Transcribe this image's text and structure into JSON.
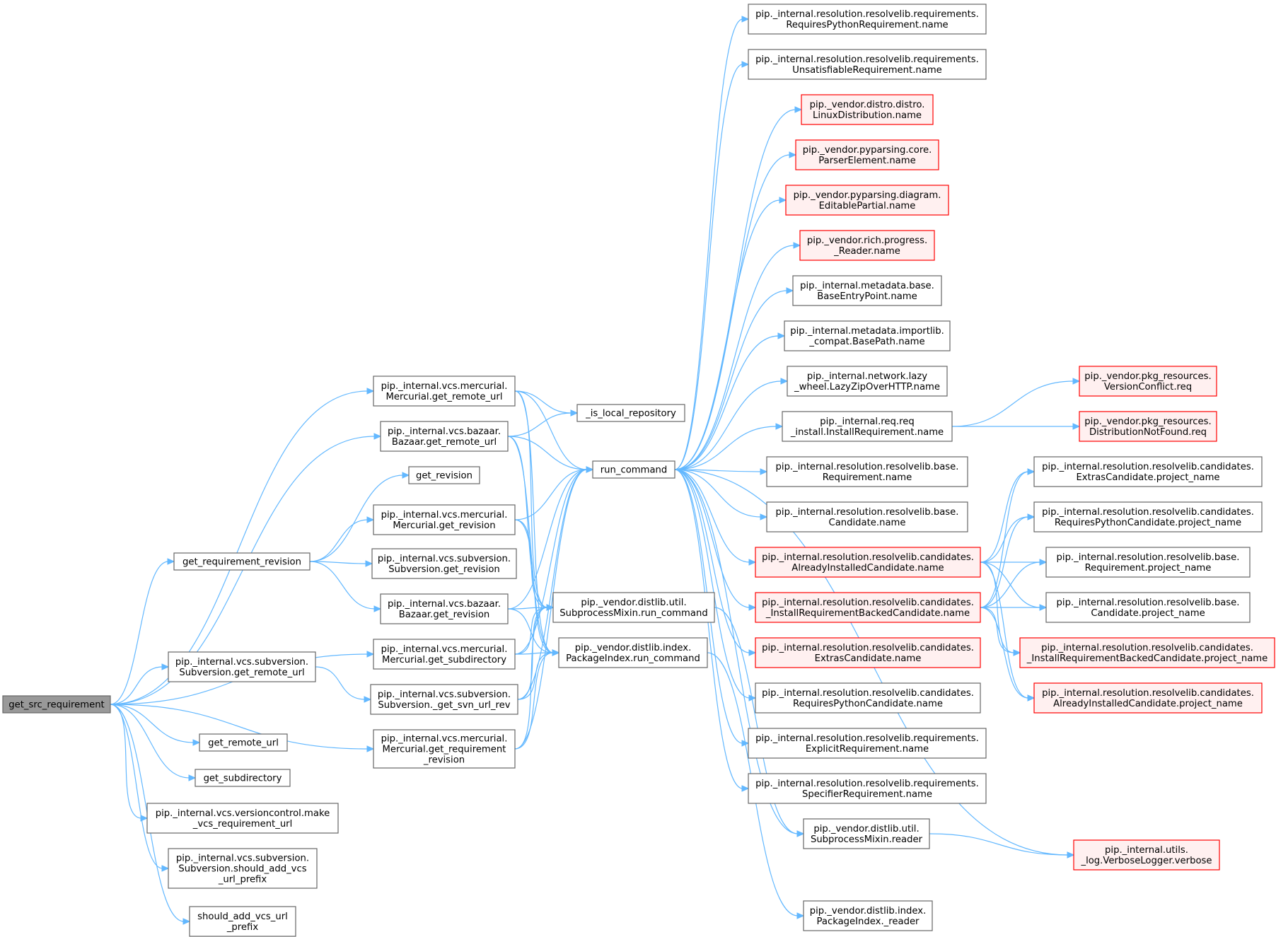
{
  "colors": {
    "edge": "#63b8ff",
    "normal_fill": "#ffffff",
    "normal_stroke": "#666666",
    "highlight_fill": "#fff0f0",
    "highlight_stroke": "#ff0000",
    "root_fill": "#999999",
    "root_stroke": "#666666"
  },
  "nodes": [
    {
      "id": "root",
      "style": "root",
      "label": [
        "get_src_requirement"
      ]
    },
    {
      "id": "hg_remote",
      "style": "normal",
      "label": [
        "pip._internal.vcs.mercurial.",
        "Mercurial.get_remote_url"
      ]
    },
    {
      "id": "bzr_remote",
      "style": "normal",
      "label": [
        "pip._internal.vcs.bazaar.",
        "Bazaar.get_remote_url"
      ]
    },
    {
      "id": "get_revision",
      "style": "normal",
      "label": [
        "get_revision"
      ]
    },
    {
      "id": "hg_revision",
      "style": "normal",
      "label": [
        "pip._internal.vcs.mercurial.",
        "Mercurial.get_revision"
      ]
    },
    {
      "id": "get_req_rev",
      "style": "normal",
      "label": [
        "get_requirement_revision"
      ]
    },
    {
      "id": "svn_revision",
      "style": "normal",
      "label": [
        "pip._internal.vcs.subversion.",
        "Subversion.get_revision"
      ]
    },
    {
      "id": "bzr_revision",
      "style": "normal",
      "label": [
        "pip._internal.vcs.bazaar.",
        "Bazaar.get_revision"
      ]
    },
    {
      "id": "hg_subdir",
      "style": "normal",
      "label": [
        "pip._internal.vcs.mercurial.",
        "Mercurial.get_subdirectory"
      ]
    },
    {
      "id": "svn_remote",
      "style": "normal",
      "label": [
        "pip._internal.vcs.subversion.",
        "Subversion.get_remote_url"
      ]
    },
    {
      "id": "svn_get_svn",
      "style": "normal",
      "label": [
        "pip._internal.vcs.subversion.",
        "Subversion._get_svn_url_rev"
      ]
    },
    {
      "id": "hg_req_rev",
      "style": "normal",
      "label": [
        "pip._internal.vcs.mercurial.",
        "Mercurial.get_requirement",
        "_revision"
      ]
    },
    {
      "id": "get_remote_url",
      "style": "normal",
      "label": [
        "get_remote_url"
      ]
    },
    {
      "id": "get_subdirectory",
      "style": "normal",
      "label": [
        "get_subdirectory"
      ]
    },
    {
      "id": "make_vcs",
      "style": "normal",
      "label": [
        "pip._internal.vcs.versioncontrol.make",
        "_vcs_requirement_url"
      ]
    },
    {
      "id": "svn_should",
      "style": "normal",
      "label": [
        "pip._internal.vcs.subversion.",
        "Subversion.should_add_vcs",
        "_url_prefix"
      ]
    },
    {
      "id": "should_add",
      "style": "normal",
      "label": [
        "should_add_vcs_url",
        "_prefix"
      ]
    },
    {
      "id": "is_local",
      "style": "normal",
      "label": [
        "_is_local_repository"
      ]
    },
    {
      "id": "run_command",
      "style": "normal",
      "label": [
        "run_command"
      ]
    },
    {
      "id": "subproc_run",
      "style": "normal",
      "label": [
        "pip._vendor.distlib.util.",
        "SubprocessMixin.run_command"
      ]
    },
    {
      "id": "pkgidx_run",
      "style": "normal",
      "label": [
        "pip._vendor.distlib.index.",
        "PackageIndex.run_command"
      ]
    },
    {
      "id": "req_py_req",
      "style": "normal",
      "label": [
        "pip._internal.resolution.resolvelib.requirements.",
        "RequiresPythonRequirement.name"
      ]
    },
    {
      "id": "unsat_req",
      "style": "normal",
      "label": [
        "pip._internal.resolution.resolvelib.requirements.",
        "UnsatisfiableRequirement.name"
      ]
    },
    {
      "id": "distro",
      "style": "highlight",
      "label": [
        "pip._vendor.distro.distro.",
        "LinuxDistribution.name"
      ]
    },
    {
      "id": "pyparse_core",
      "style": "highlight",
      "label": [
        "pip._vendor.pyparsing.core.",
        "ParserElement.name"
      ]
    },
    {
      "id": "pyparse_diag",
      "style": "highlight",
      "label": [
        "pip._vendor.pyparsing.diagram.",
        "EditablePartial.name"
      ]
    },
    {
      "id": "rich_reader",
      "style": "highlight",
      "label": [
        "pip._vendor.rich.progress.",
        "_Reader.name"
      ]
    },
    {
      "id": "md_base",
      "style": "normal",
      "label": [
        "pip._internal.metadata.base.",
        "BaseEntryPoint.name"
      ]
    },
    {
      "id": "md_importlib",
      "style": "normal",
      "label": [
        "pip._internal.metadata.importlib.",
        "_compat.BasePath.name"
      ]
    },
    {
      "id": "lazy_wheel",
      "style": "normal",
      "label": [
        "pip._internal.network.lazy",
        "_wheel.LazyZipOverHTTP.name"
      ]
    },
    {
      "id": "req_install",
      "style": "normal",
      "label": [
        "pip._internal.req.req",
        "_install.InstallRequirement.name"
      ]
    },
    {
      "id": "base_req",
      "style": "normal",
      "label": [
        "pip._internal.resolution.resolvelib.base.",
        "Requirement.name"
      ]
    },
    {
      "id": "base_cand",
      "style": "normal",
      "label": [
        "pip._internal.resolution.resolvelib.base.",
        "Candidate.name"
      ]
    },
    {
      "id": "already_inst",
      "style": "highlight",
      "label": [
        "pip._internal.resolution.resolvelib.candidates.",
        "AlreadyInstalledCandidate.name"
      ]
    },
    {
      "id": "install_backed",
      "style": "highlight",
      "label": [
        "pip._internal.resolution.resolvelib.candidates.",
        "_InstallRequirementBackedCandidate.name"
      ]
    },
    {
      "id": "extras_cand",
      "style": "highlight",
      "label": [
        "pip._internal.resolution.resolvelib.candidates.",
        "ExtrasCandidate.name"
      ]
    },
    {
      "id": "reqpy_cand",
      "style": "normal",
      "label": [
        "pip._internal.resolution.resolvelib.candidates.",
        "RequiresPythonCandidate.name"
      ]
    },
    {
      "id": "explicit_req",
      "style": "normal",
      "label": [
        "pip._internal.resolution.resolvelib.requirements.",
        "ExplicitRequirement.name"
      ]
    },
    {
      "id": "spec_req",
      "style": "normal",
      "label": [
        "pip._internal.resolution.resolvelib.requirements.",
        "SpecifierRequirement.name"
      ]
    },
    {
      "id": "subproc_reader",
      "style": "normal",
      "label": [
        "pip._vendor.distlib.util.",
        "SubprocessMixin.reader"
      ]
    },
    {
      "id": "pkgidx_reader",
      "style": "normal",
      "label": [
        "pip._vendor.distlib.index.",
        "PackageIndex._reader"
      ]
    },
    {
      "id": "version_conflict",
      "style": "highlight",
      "label": [
        "pip._vendor.pkg_resources.",
        "VersionConflict.req"
      ]
    },
    {
      "id": "dist_notfound",
      "style": "highlight",
      "label": [
        "pip._vendor.pkg_resources.",
        "DistributionNotFound.req"
      ]
    },
    {
      "id": "extras_pn",
      "style": "normal",
      "label": [
        "pip._internal.resolution.resolvelib.candidates.",
        "ExtrasCandidate.project_name"
      ]
    },
    {
      "id": "reqpy_pn",
      "style": "normal",
      "label": [
        "pip._internal.resolution.resolvelib.candidates.",
        "RequiresPythonCandidate.project_name"
      ]
    },
    {
      "id": "base_req_pn",
      "style": "normal",
      "label": [
        "pip._internal.resolution.resolvelib.base.",
        "Requirement.project_name"
      ]
    },
    {
      "id": "base_cand_pn",
      "style": "normal",
      "label": [
        "pip._internal.resolution.resolvelib.base.",
        "Candidate.project_name"
      ]
    },
    {
      "id": "backed_pn",
      "style": "highlight",
      "label": [
        "pip._internal.resolution.resolvelib.candidates.",
        "_InstallRequirementBackedCandidate.project_name"
      ]
    },
    {
      "id": "already_pn",
      "style": "highlight",
      "label": [
        "pip._internal.resolution.resolvelib.candidates.",
        "AlreadyInstalledCandidate.project_name"
      ]
    },
    {
      "id": "verbose",
      "style": "highlight",
      "label": [
        "pip._internal.utils.",
        "_log.VerboseLogger.verbose"
      ]
    }
  ],
  "edges": [
    [
      "root",
      "hg_remote"
    ],
    [
      "root",
      "bzr_remote"
    ],
    [
      "root",
      "get_req_rev"
    ],
    [
      "root",
      "hg_subdir"
    ],
    [
      "root",
      "svn_remote"
    ],
    [
      "root",
      "hg_req_rev"
    ],
    [
      "root",
      "get_remote_url"
    ],
    [
      "root",
      "get_subdirectory"
    ],
    [
      "root",
      "make_vcs"
    ],
    [
      "root",
      "svn_should"
    ],
    [
      "root",
      "should_add"
    ],
    [
      "get_req_rev",
      "get_revision"
    ],
    [
      "get_req_rev",
      "hg_revision"
    ],
    [
      "get_req_rev",
      "svn_revision"
    ],
    [
      "get_req_rev",
      "bzr_revision"
    ],
    [
      "svn_remote",
      "svn_get_svn"
    ],
    [
      "hg_remote",
      "is_local"
    ],
    [
      "hg_remote",
      "run_command"
    ],
    [
      "hg_remote",
      "subproc_run"
    ],
    [
      "hg_remote",
      "pkgidx_run"
    ],
    [
      "bzr_remote",
      "is_local"
    ],
    [
      "bzr_remote",
      "run_command"
    ],
    [
      "bzr_remote",
      "subproc_run"
    ],
    [
      "bzr_remote",
      "pkgidx_run"
    ],
    [
      "hg_revision",
      "run_command"
    ],
    [
      "hg_revision",
      "subproc_run"
    ],
    [
      "hg_revision",
      "pkgidx_run"
    ],
    [
      "bzr_revision",
      "run_command"
    ],
    [
      "bzr_revision",
      "subproc_run"
    ],
    [
      "bzr_revision",
      "pkgidx_run"
    ],
    [
      "hg_subdir",
      "run_command"
    ],
    [
      "hg_subdir",
      "subproc_run"
    ],
    [
      "hg_subdir",
      "pkgidx_run"
    ],
    [
      "svn_get_svn",
      "run_command"
    ],
    [
      "svn_get_svn",
      "subproc_run"
    ],
    [
      "svn_get_svn",
      "pkgidx_run"
    ],
    [
      "hg_req_rev",
      "run_command"
    ],
    [
      "hg_req_rev",
      "subproc_run"
    ],
    [
      "hg_req_rev",
      "pkgidx_run"
    ],
    [
      "run_command",
      "req_py_req"
    ],
    [
      "run_command",
      "unsat_req"
    ],
    [
      "run_command",
      "distro"
    ],
    [
      "run_command",
      "pyparse_core"
    ],
    [
      "run_command",
      "pyparse_diag"
    ],
    [
      "run_command",
      "rich_reader"
    ],
    [
      "run_command",
      "md_base"
    ],
    [
      "run_command",
      "md_importlib"
    ],
    [
      "run_command",
      "lazy_wheel"
    ],
    [
      "run_command",
      "req_install"
    ],
    [
      "run_command",
      "base_req"
    ],
    [
      "run_command",
      "base_cand"
    ],
    [
      "run_command",
      "already_inst"
    ],
    [
      "run_command",
      "install_backed"
    ],
    [
      "run_command",
      "extras_cand"
    ],
    [
      "run_command",
      "reqpy_cand"
    ],
    [
      "run_command",
      "explicit_req"
    ],
    [
      "run_command",
      "spec_req"
    ],
    [
      "run_command",
      "subproc_reader"
    ],
    [
      "run_command",
      "verbose"
    ],
    [
      "subproc_run",
      "subproc_reader"
    ],
    [
      "pkgidx_run",
      "pkgidx_reader"
    ],
    [
      "req_install",
      "version_conflict"
    ],
    [
      "req_install",
      "dist_notfound"
    ],
    [
      "already_inst",
      "extras_pn"
    ],
    [
      "already_inst",
      "reqpy_pn"
    ],
    [
      "already_inst",
      "base_req_pn"
    ],
    [
      "already_inst",
      "base_cand_pn"
    ],
    [
      "already_inst",
      "backed_pn"
    ],
    [
      "already_inst",
      "already_pn"
    ],
    [
      "install_backed",
      "extras_pn"
    ],
    [
      "install_backed",
      "reqpy_pn"
    ],
    [
      "install_backed",
      "base_req_pn"
    ],
    [
      "install_backed",
      "base_cand_pn"
    ],
    [
      "install_backed",
      "backed_pn"
    ],
    [
      "install_backed",
      "already_pn"
    ],
    [
      "subproc_reader",
      "verbose"
    ]
  ]
}
